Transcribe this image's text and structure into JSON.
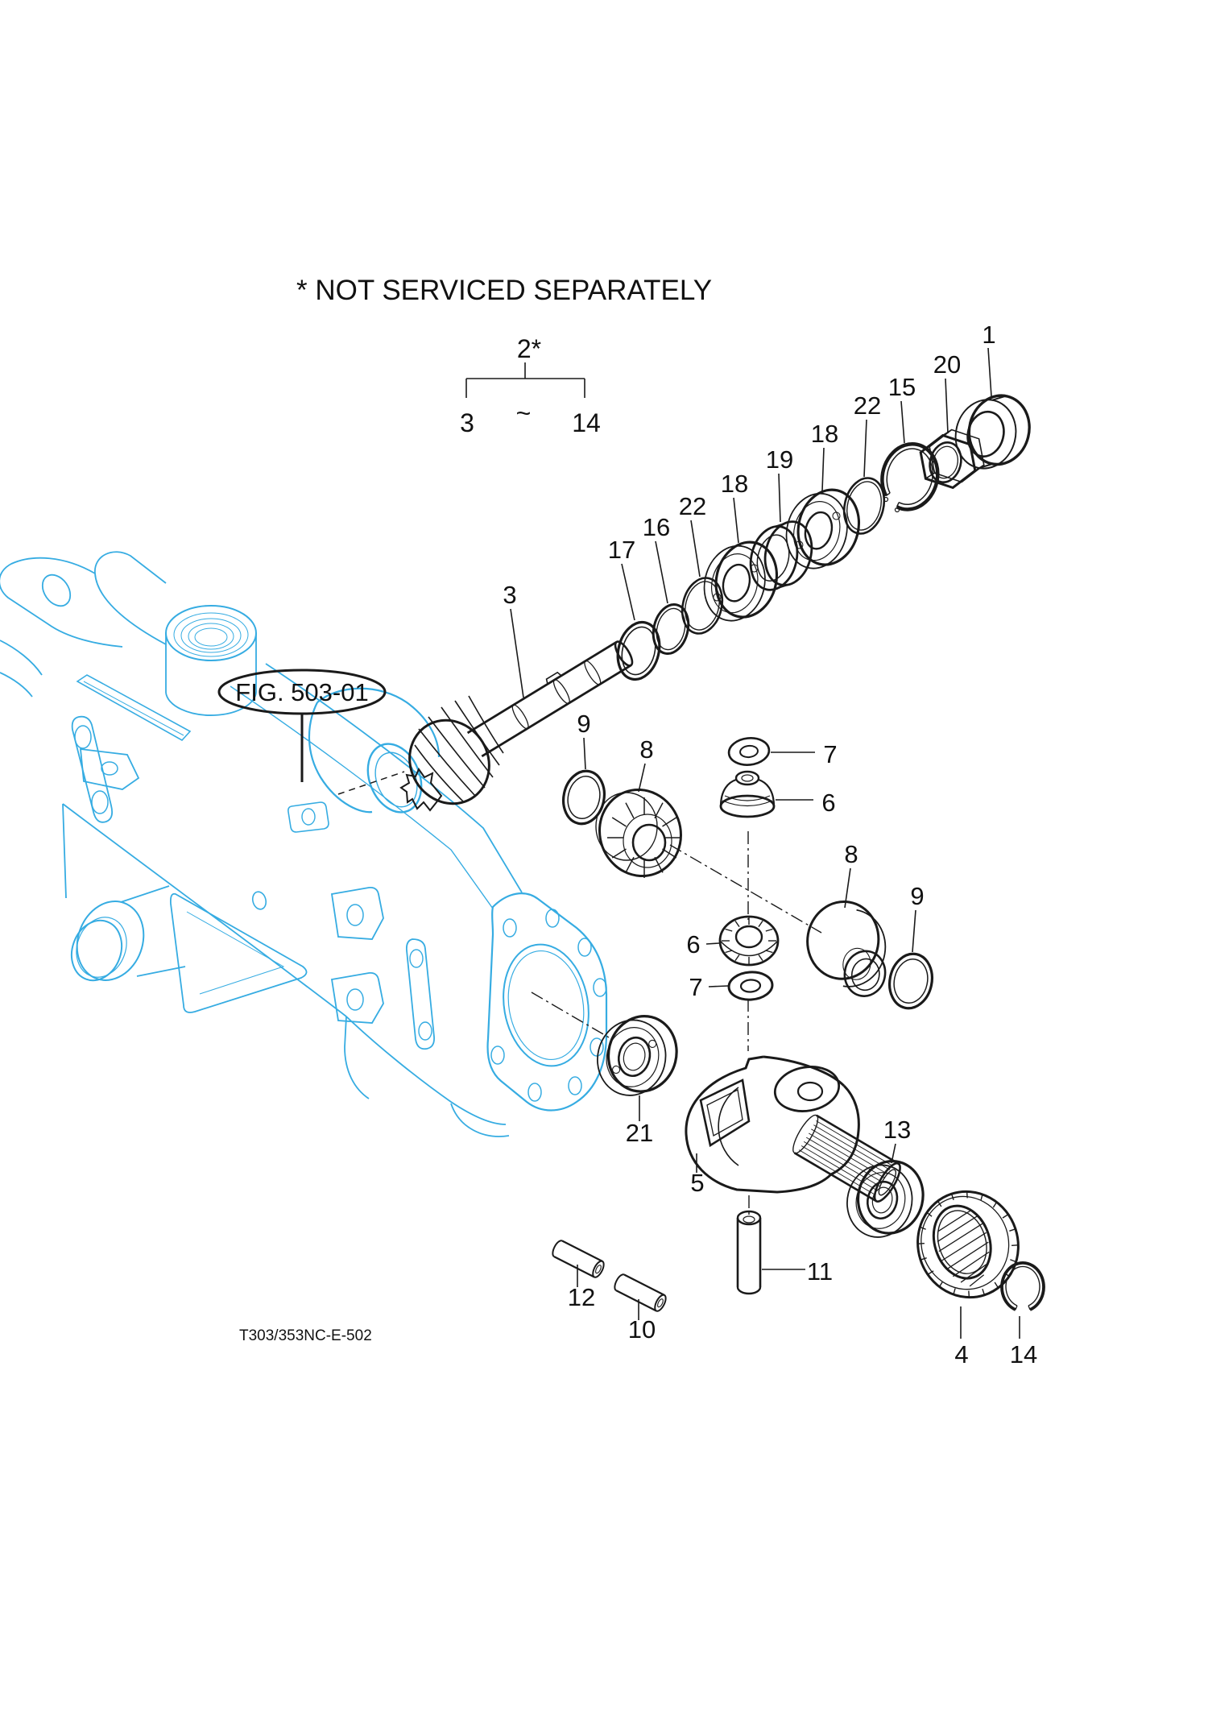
{
  "title": "* NOT SERVICED SEPARATELY",
  "figure_ref": {
    "label": "FIG. 503-01"
  },
  "drawing_code": "T303/353NC-E-502",
  "bracket": {
    "parent_label": "2*",
    "range_start": "3",
    "range_tilde": "~",
    "range_end": "14"
  },
  "colors": {
    "line": "#1a1a1a",
    "housing": "#36ace2",
    "background": "#ffffff"
  },
  "callouts": [
    {
      "label": "1"
    },
    {
      "label": "20"
    },
    {
      "label": "15"
    },
    {
      "label": "22"
    },
    {
      "label": "18"
    },
    {
      "label": "19"
    },
    {
      "label": "18"
    },
    {
      "label": "22"
    },
    {
      "label": "16"
    },
    {
      "label": "17"
    },
    {
      "label": "3"
    },
    {
      "label": "9"
    },
    {
      "label": "8"
    },
    {
      "label": "7"
    },
    {
      "label": "6"
    },
    {
      "label": "6"
    },
    {
      "label": "7"
    },
    {
      "label": "8"
    },
    {
      "label": "9"
    },
    {
      "label": "21"
    },
    {
      "label": "5"
    },
    {
      "label": "13"
    },
    {
      "label": "11"
    },
    {
      "label": "12"
    },
    {
      "label": "10"
    },
    {
      "label": "4"
    },
    {
      "label": "14"
    }
  ]
}
